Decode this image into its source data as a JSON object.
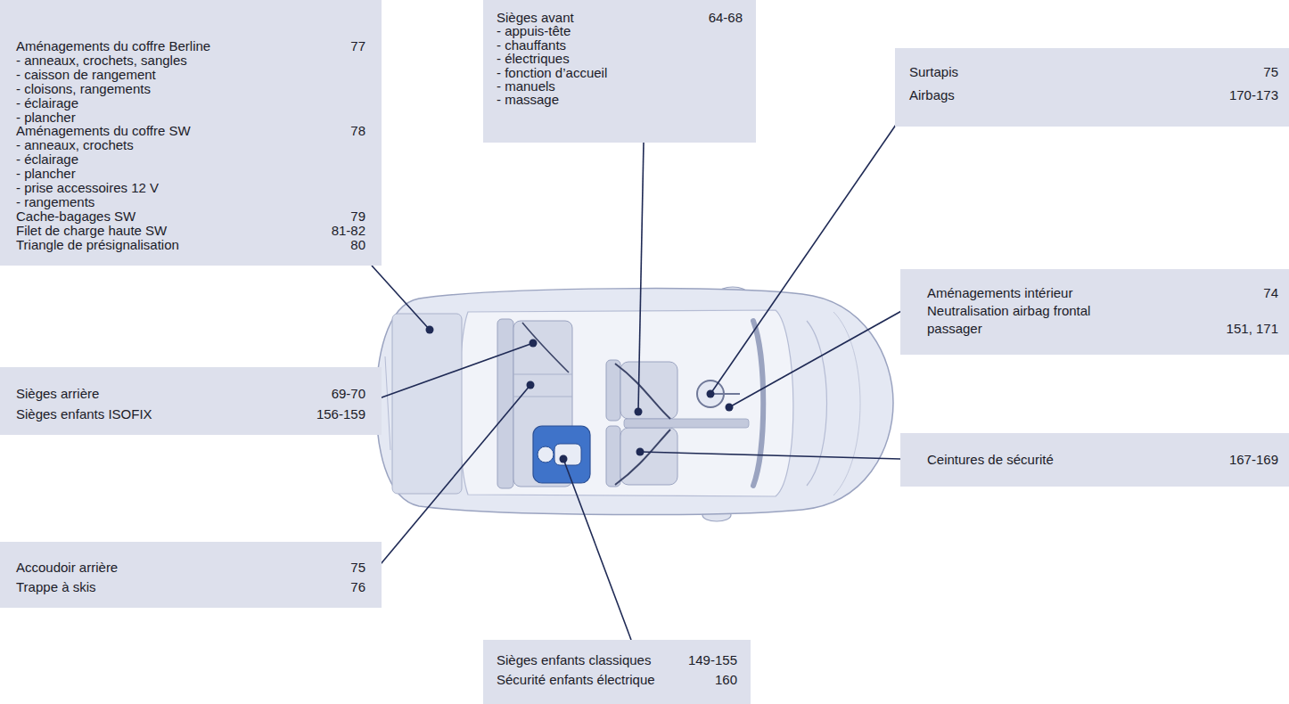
{
  "diagram": {
    "nodes": [
      {
        "text": [
          "Aménagements du coffre Berline",
          "77",
          "- anneaux, crochets, sangles",
          "- caisson de rangement",
          "- cloisons, rangements",
          "- éclairage",
          "- plancher",
          "Aménagements du coffre SW",
          "78",
          "- anneaux, crochets",
          "- éclairage",
          "- plancher",
          "- prise accessoires 12 V",
          "- rangements",
          "Cache-bagages SW",
          "79",
          "Filet de charge haute SW",
          "81-82",
          "Triangle de présignalisation",
          "80"
        ]
      },
      {
        "text": [
          "Sièges avant",
          "64-68",
          "- appuis-tête",
          "- chauffants",
          "- électriques",
          "- fonction d’accueil",
          "- manuels",
          "- massage"
        ]
      },
      {
        "text": [
          "Surtapis",
          "75",
          "Airbags",
          "170-173"
        ]
      },
      {
        "text": [
          "Aménagements intérieur",
          "74",
          "Neutralisation airbag frontal passager",
          "151, 171"
        ]
      },
      {
        "text": [
          "Sièges arrière",
          "69-70",
          "Sièges enfants ISOFIX",
          "156-159"
        ]
      },
      {
        "text": [
          "Accoudoir arrière",
          "75",
          "Trappe à skis",
          "76"
        ]
      },
      {
        "text": [
          "Ceintures de sécurité",
          "167-169"
        ]
      },
      {
        "text": [
          "Sièges enfants classiques",
          "149-155",
          "Sécurité enfants électrique",
          "160"
        ]
      }
    ]
  }
}
